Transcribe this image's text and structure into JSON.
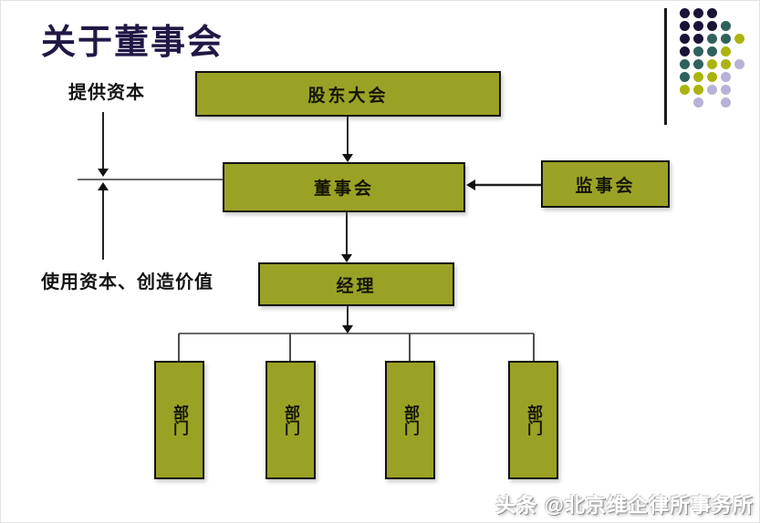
{
  "slide": {
    "title": "关于董事会",
    "title_color": "#221745",
    "background": "#ffffff"
  },
  "labels": {
    "provide_capital": "提供资本",
    "use_capital_create_value": "使用资本、创造价值"
  },
  "diagram": {
    "node_fill": "#9aa226",
    "node_border": "#111111",
    "nodes": {
      "shareholders": "股东大会",
      "board": "董事会",
      "supervisory": "监事会",
      "manager": "经理",
      "departments": [
        "部门",
        "部门",
        "部门",
        "部门"
      ]
    },
    "edges": [
      {
        "from": "股东大会",
        "to": "董事会",
        "type": "arrow-down"
      },
      {
        "from": "监事会",
        "to": "董事会",
        "type": "arrow-left"
      },
      {
        "from": "董事会",
        "to": "经理",
        "type": "arrow-down"
      },
      {
        "from": "经理",
        "to": "部门",
        "type": "arrow-down-branching-to-4"
      },
      {
        "from": "提供资本",
        "to": "使用资本、创造价值",
        "type": "vertical-axis-double-arrow"
      }
    ]
  },
  "decoration": {
    "colors": {
      "n": "#1b1238",
      "t": "#2f615c",
      "o": "#abb40e",
      "l": "#b7b2d8"
    },
    "grid": [
      "nnn..",
      "nnnt.",
      "nntto",
      "ntto.",
      "ttool",
      "tool.",
      "ooll.",
      ".l.l."
    ]
  },
  "watermark": {
    "text": "头条 @北京维企律所事务所"
  }
}
